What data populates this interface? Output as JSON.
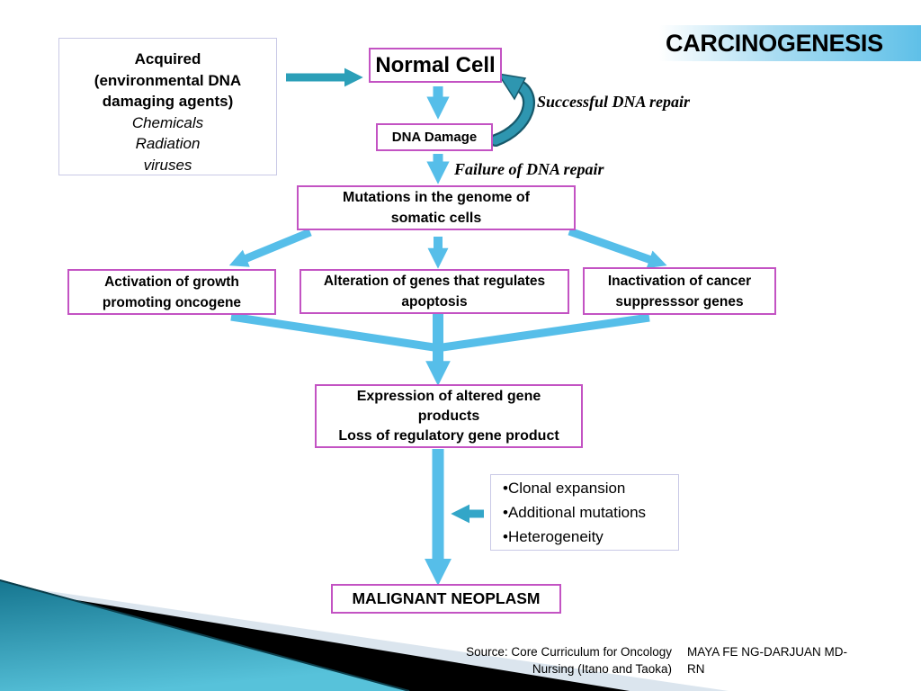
{
  "slide": {
    "title": "CARCINOGENESIS"
  },
  "boxes": {
    "acquired": {
      "bold_lines": [
        "Acquired",
        "(environmental DNA",
        "damaging agents)"
      ],
      "italic_lines": [
        "Chemicals",
        "Radiation",
        "viruses"
      ]
    },
    "normal_cell": {
      "label": "Normal Cell"
    },
    "dna_damage": {
      "label": "DNA Damage"
    },
    "mutations": {
      "lines": [
        "Mutations in the genome of",
        "somatic cells"
      ]
    },
    "oncogene": {
      "lines": [
        "Activation of growth",
        "promoting oncogene"
      ]
    },
    "apoptosis": {
      "lines": [
        "Alteration of genes that regulates",
        "apoptosis"
      ]
    },
    "suppressor": {
      "lines": [
        "Inactivation of cancer",
        "suppresssor genes"
      ]
    },
    "expression": {
      "lines": [
        "Expression of altered gene",
        "products",
        "Loss of regulatory gene product"
      ]
    },
    "clonal": {
      "items": [
        "•Clonal expansion",
        "•Additional mutations",
        "•Heterogeneity"
      ]
    },
    "malignant": {
      "label": "MALIGNANT NEOPLASM"
    }
  },
  "annotations": {
    "successful_repair": "Successful DNA repair",
    "failure_repair": "Failure of DNA repair"
  },
  "footer": {
    "source_lines": [
      "Source: Core Curriculum for Oncology",
      "Nursing (Itano and Taoka)"
    ],
    "credit_lines": [
      "MAYA FE NG-DARJUAN MD-",
      "RN"
    ]
  },
  "colors": {
    "arrow_light_blue": "#56bee9",
    "arrow_teal": "#2b9fb8",
    "arrow_small_teal": "#33a6c8",
    "curved_arrow_fill": "#2e96b0",
    "curved_arrow_outline": "#17596b",
    "box_border_magenta": "#c353c3",
    "box_border_lavender": "#c9c9e6",
    "title_gradient_end": "#5fc0e8",
    "deco_teal_dark": "#15758f",
    "deco_teal_light": "#57c2da",
    "deco_gray": "#dbe5ee",
    "deco_black": "#000000"
  }
}
